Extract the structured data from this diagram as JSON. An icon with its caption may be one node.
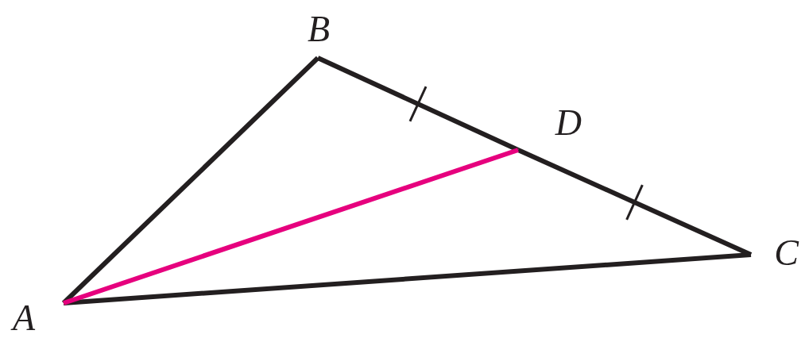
{
  "diagram": {
    "nodes": [
      {
        "text": [
          "A"
        ]
      },
      {
        "text": [
          "B"
        ]
      },
      {
        "text": [
          "C"
        ]
      },
      {
        "text": [
          "D"
        ]
      }
    ],
    "edges": [
      {
        "from": 0,
        "to": 1,
        "arrow": "none"
      },
      {
        "from": 1,
        "to": 3,
        "arrow": "none"
      },
      {
        "from": 3,
        "to": 2,
        "arrow": "none"
      },
      {
        "from": 2,
        "to": 0,
        "arrow": "none"
      },
      {
        "from": 0,
        "to": 3,
        "arrow": "none",
        "color": "#e6007e"
      }
    ]
  }
}
